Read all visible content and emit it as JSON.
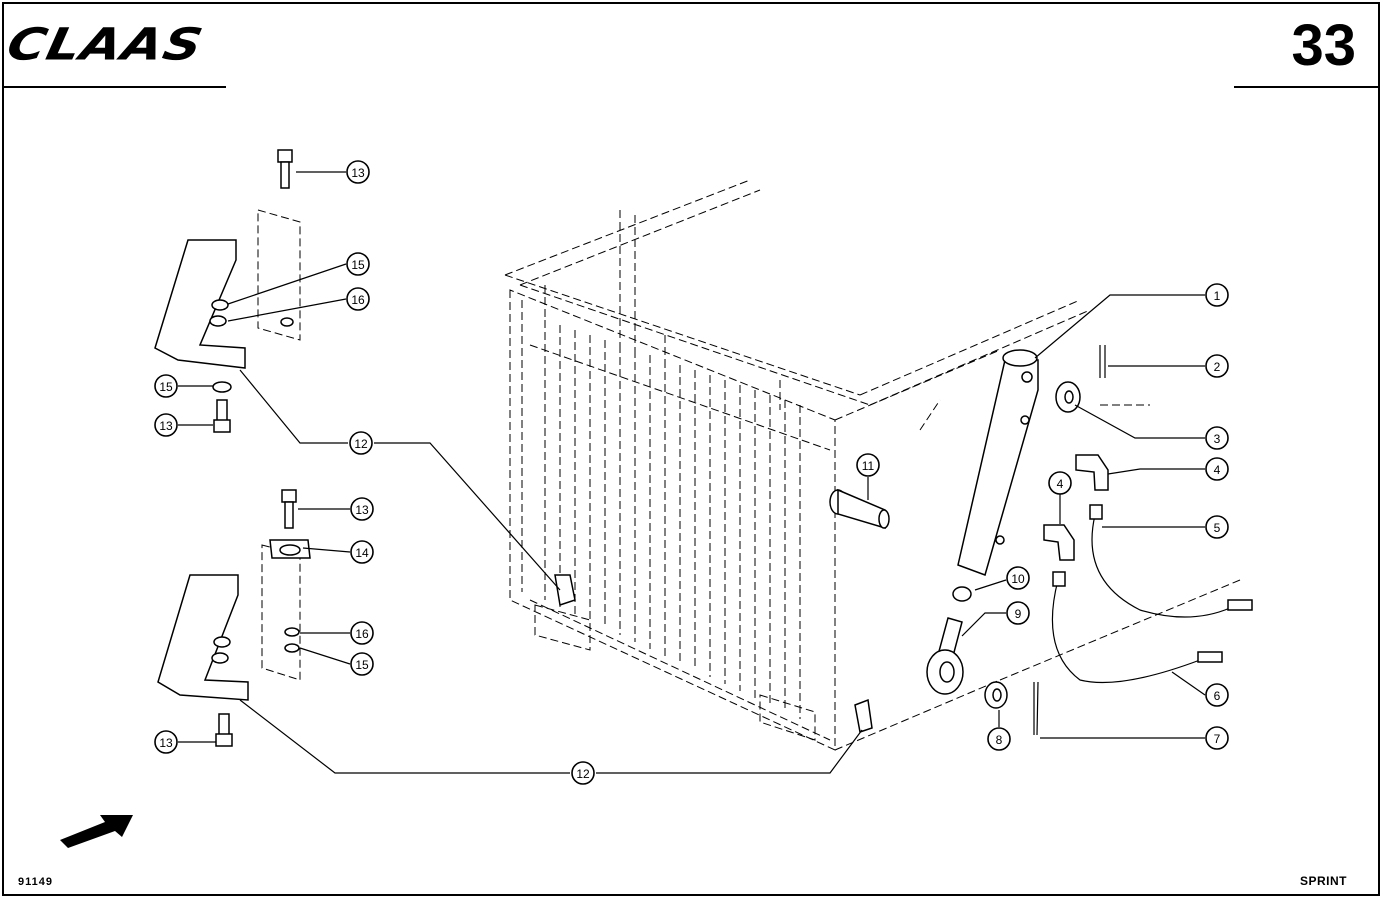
{
  "header": {
    "brand_logo": "CLAAS",
    "page_number": "33"
  },
  "footer": {
    "drawing_code": "91149",
    "model": "SPRINT"
  },
  "callouts": [
    {
      "id": "c1",
      "label": "1"
    },
    {
      "id": "c2",
      "label": "2"
    },
    {
      "id": "c3",
      "label": "3"
    },
    {
      "id": "c4a",
      "label": "4"
    },
    {
      "id": "c4b",
      "label": "4"
    },
    {
      "id": "c5",
      "label": "5"
    },
    {
      "id": "c6",
      "label": "6"
    },
    {
      "id": "c7",
      "label": "7"
    },
    {
      "id": "c8",
      "label": "8"
    },
    {
      "id": "c9",
      "label": "9"
    },
    {
      "id": "c10",
      "label": "10"
    },
    {
      "id": "c11",
      "label": "11"
    },
    {
      "id": "c12a",
      "label": "12"
    },
    {
      "id": "c12b",
      "label": "12"
    },
    {
      "id": "c13a",
      "label": "13"
    },
    {
      "id": "c13b",
      "label": "13"
    },
    {
      "id": "c13c",
      "label": "13"
    },
    {
      "id": "c13d",
      "label": "13"
    },
    {
      "id": "c14",
      "label": "14"
    },
    {
      "id": "c15a",
      "label": "15"
    },
    {
      "id": "c15b",
      "label": "15"
    },
    {
      "id": "c15c",
      "label": "15"
    },
    {
      "id": "c16a",
      "label": "16"
    },
    {
      "id": "c16b",
      "label": "16"
    }
  ]
}
